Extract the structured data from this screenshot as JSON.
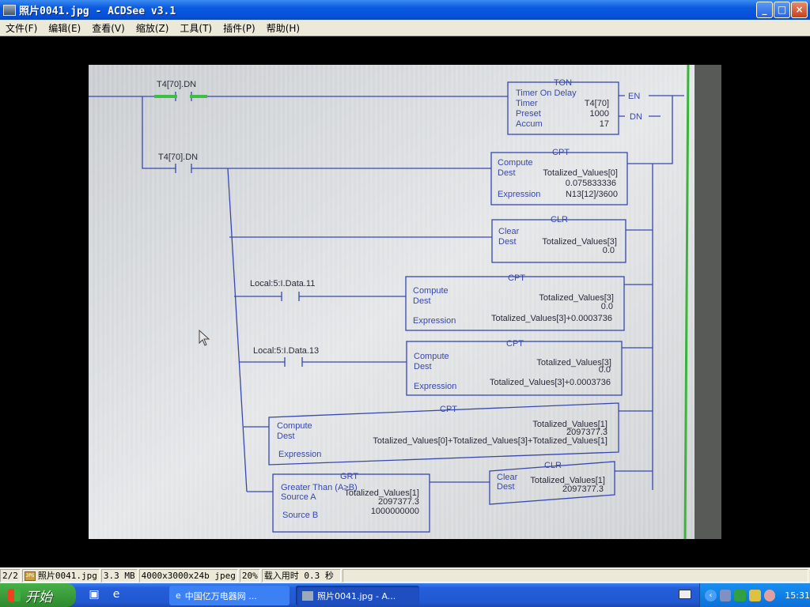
{
  "window": {
    "title": "照片0041.jpg - ACDSee v3.1",
    "minimize": "_",
    "maximize": "□",
    "close": "×"
  },
  "menu": [
    "文件(F)",
    "编辑(E)",
    "查看(V)",
    "缩放(Z)",
    "工具(T)",
    "插件(P)",
    "帮助(H)"
  ],
  "photo": {
    "rung1_contact": "T4[70].DN",
    "rung2_contact": "T4[70].DN",
    "ton": {
      "title": "TON",
      "name": "Timer On Delay",
      "timer_label": "Timer",
      "timer": "T4[70]",
      "preset_label": "Preset",
      "preset": "1000",
      "accum_label": "Accum",
      "accum": "17",
      "en": "EN",
      "dn": "DN"
    },
    "cpt1": {
      "title": "CPT",
      "compute": "Compute",
      "dest_label": "Dest",
      "dest": "Totalized_Values[0]",
      "value": "0.075833336",
      "expr_label": "Expression",
      "expr": "N13[12]/3600"
    },
    "clr1": {
      "title": "CLR",
      "clear": "Clear",
      "dest_label": "Dest",
      "dest": "Totalized_Values[3]",
      "value": "0.0"
    },
    "contact3": "Local:5:I.Data.11",
    "cpt2": {
      "title": "CPT",
      "compute": "Compute",
      "dest_label": "Dest",
      "dest": "Totalized_Values[3]",
      "value": "0.0",
      "expr_label": "Expression",
      "expr": "Totalized_Values[3]+0.0003736"
    },
    "contact4": "Local:5:I.Data.13",
    "cpt3": {
      "title": "CPT",
      "compute": "Compute",
      "dest_label": "Dest",
      "dest": "Totalized_Values[3]",
      "value": "0.0",
      "expr_label": "Expression",
      "expr": "Totalized_Values[3]+0.0003736"
    },
    "cpt4": {
      "title": "CPT",
      "compute": "Compute",
      "dest_label": "Dest",
      "dest": "Totalized_Values[1]",
      "value": "2097377.3",
      "expr_label": "Expression",
      "expr": "Totalized_Values[0]+Totalized_Values[3]+Totalized_Values[1]"
    },
    "grt": {
      "title": "GRT",
      "name": "Greater Than (A>B)",
      "srca_label": "Source A",
      "srca": "Totalized_Values[1]",
      "srca_value": "2097377.3",
      "srcb_label": "Source B",
      "srcb": "1000000000"
    },
    "clr2": {
      "title": "CLR",
      "clear": "Clear",
      "dest_label": "Dest",
      "dest": "Totalized_Values[1]",
      "value": "2097377.3"
    }
  },
  "status": {
    "index": "2/2",
    "file": "照片0041.jpg",
    "size": "3.3 MB",
    "dims": "4000x3000x24b jpeg",
    "zoom": "20%",
    "load": "载入用时 0.3 秒"
  },
  "taskbar": {
    "start": "开始",
    "task1": "中国亿万电器网 ...",
    "task2": "照片0041.jpg - A...",
    "clock": "15:31"
  }
}
